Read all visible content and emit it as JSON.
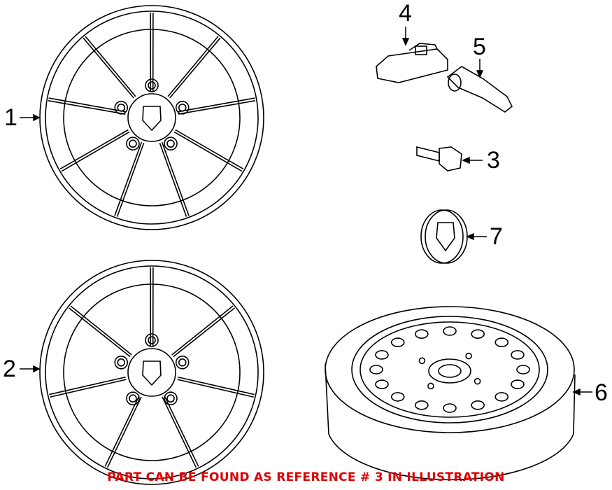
{
  "callouts": [
    {
      "id": "1",
      "label": "1"
    },
    {
      "id": "2",
      "label": "2"
    },
    {
      "id": "3",
      "label": "3"
    },
    {
      "id": "4",
      "label": "4"
    },
    {
      "id": "5",
      "label": "5"
    },
    {
      "id": "6",
      "label": "6"
    },
    {
      "id": "7",
      "label": "7"
    }
  ],
  "footer_note": "PART CAN BE FOUND AS REFERENCE # 3 IN ILLUSTRATION",
  "colors": {
    "note": "#e00000",
    "line": "#000000"
  }
}
